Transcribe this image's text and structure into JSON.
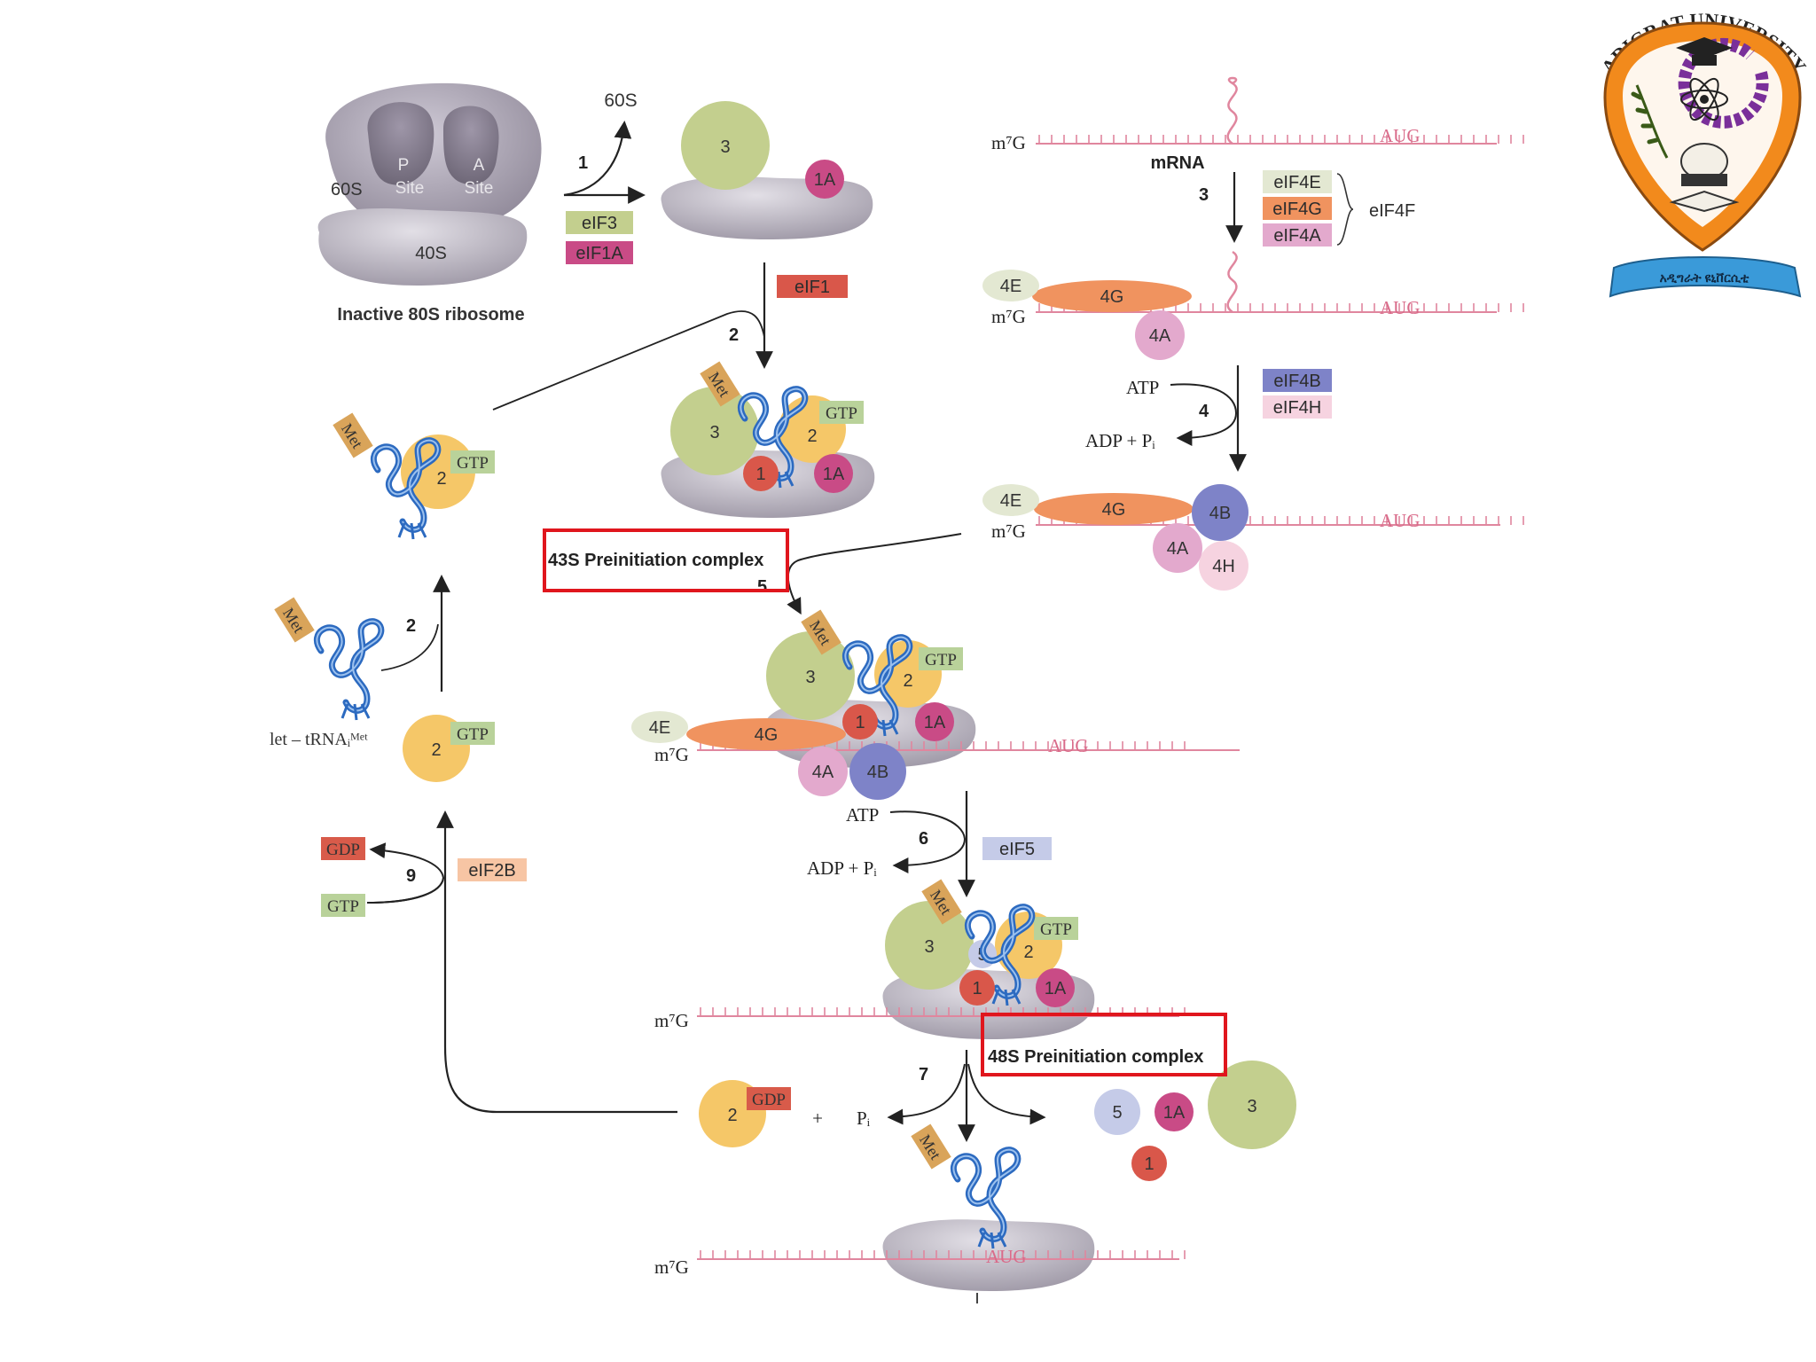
{
  "ribosome": {
    "sub60": "60S",
    "p_site": "P",
    "p_site2": "Site",
    "a_site": "A",
    "a_site2": "Site",
    "sub40": "40S",
    "caption": "Inactive 80S ribosome"
  },
  "labels": {
    "released_60s": "60S",
    "step1": "1",
    "step2a": "2",
    "step2b": "2",
    "step3": "3",
    "step4": "4",
    "step5": "5",
    "step6": "6",
    "step7": "7",
    "step9": "9",
    "eif3": "eIF3",
    "eif1a": "eIF1A",
    "eif1": "eIF1",
    "eif4e": "eIF4E",
    "eif4g": "eIF4G",
    "eif4a": "eIF4A",
    "eif4f": "eIF4F",
    "eif4b": "eIF4B",
    "eif4h": "eIF4H",
    "eif5": "eIF5",
    "eif2b": "eIF2B",
    "gdp_box": "GDP",
    "gtp_box": "GTP",
    "mrna": "mRNA",
    "m7g": "m⁷G",
    "aug": "AUG",
    "atp": "ATP",
    "adp_pi": "ADP + Pᵢ",
    "met": "Met",
    "gtp": "GTP",
    "gdp": "GDP",
    "plus": "+",
    "pi": "Pᵢ",
    "met_trna": "let – tRNAᵢᴹᵉᵗ"
  },
  "factors": {
    "f3": "3",
    "f1a": "1A",
    "f1": "1",
    "f2": "2",
    "f5": "5",
    "f4e": "4E",
    "f4g": "4G",
    "f4a": "4A",
    "f4b": "4B",
    "f4h": "4H"
  },
  "highlights": {
    "c43s": "43S Preinitiation complex",
    "c48s": "48S Preinitiation complex"
  },
  "logo": {
    "top_text": "ADIGRAT UNIVERSITY",
    "ribbon_text": "አዲግራት ዩኒቨርሲቲ"
  },
  "colors": {
    "eif3": "#c3cf8e",
    "eif1a": "#c94b86",
    "eif1": "#d9574a",
    "eif2": "#f5c768",
    "eif4e": "#e3e8d2",
    "eif4g": "#f0935f",
    "eif4a": "#e3a9cd",
    "eif4b": "#7e83c8",
    "eif4h": "#f6d3e0",
    "eif5": "#c5cbe8",
    "gtp_box": "#b9d29a",
    "gdp_box": "#d85b4a",
    "eif2b_box": "#f7c5a4",
    "ribosome": "#a7a2ae",
    "mrna": "#e0869e",
    "trna": "#2c6ac0",
    "highlight": "#e0161d"
  }
}
